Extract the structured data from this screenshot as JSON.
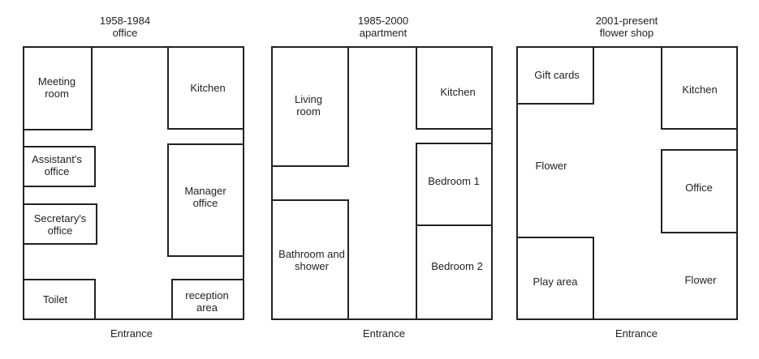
{
  "plans": [
    {
      "period": "1958-1984",
      "use": "office",
      "entrance": "Entrance",
      "rooms": {
        "meeting_room": "Meeting room",
        "kitchen": "Kitchen",
        "assistants_office": "Assistant's office",
        "manager_office": "Manager office",
        "secretarys_office": "Secretary's office",
        "toilet": "Toilet",
        "reception_area": "reception area"
      }
    },
    {
      "period": "1985-2000",
      "use": "apartment",
      "entrance": "Entrance",
      "rooms": {
        "living_room": "Living room",
        "kitchen": "Kitchen",
        "bedroom_1": "Bedroom 1",
        "bathroom_and_shower": "Bathroom and shower",
        "bedroom_2": "Bedroom 2"
      }
    },
    {
      "period": "2001-present",
      "use": "flower shop",
      "entrance": "Entrance",
      "rooms": {
        "gift_cards": "Gift cards",
        "kitchen": "Kitchen",
        "flower_upper": "Flower",
        "office": "Office",
        "play_area": "Play area",
        "flower_lower": "Flower"
      }
    }
  ]
}
